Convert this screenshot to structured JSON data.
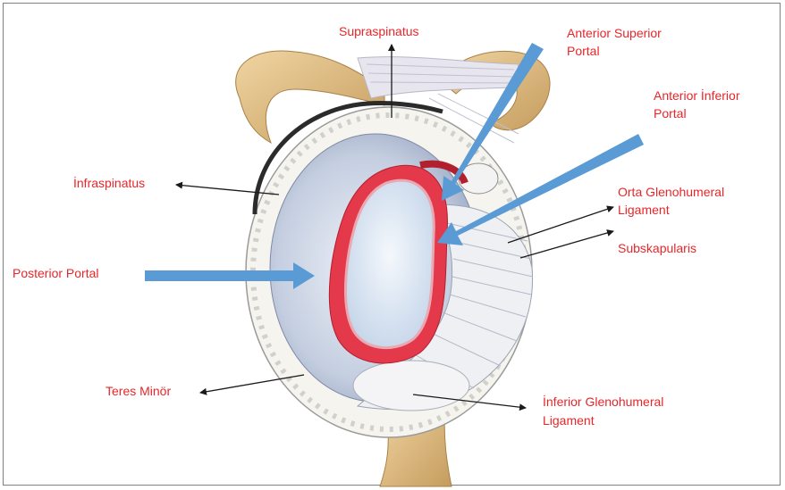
{
  "colors": {
    "label": "#e8262a",
    "portal_arrow": "#5b9bd5",
    "leader_arrow": "#1a1a1a",
    "bone": "#e2c08a",
    "capsule": "#c9d3e3",
    "glenoid": "#dbe6f2",
    "labrum": "#e3394a"
  },
  "labels": {
    "supraspinatus": "Supraspinatus",
    "anterior_superior_portal_1": "Anterior Superior",
    "anterior_superior_portal_2": "Portal",
    "anterior_inferior_portal_1": "Anterior İnferior",
    "anterior_inferior_portal_2": "Portal",
    "infraspinatus": "İnfraspinatus",
    "orta_glenohumeral_1": "Orta Glenohumeral",
    "orta_glenohumeral_2": "Ligament",
    "subskapularis": "Subskapularis",
    "posterior_portal": "Posterior Portal",
    "teres_minor": "Teres Minör",
    "inferior_glenohumeral_1": "İnferior Glenohumeral",
    "inferior_glenohumeral_2": "Ligament"
  }
}
